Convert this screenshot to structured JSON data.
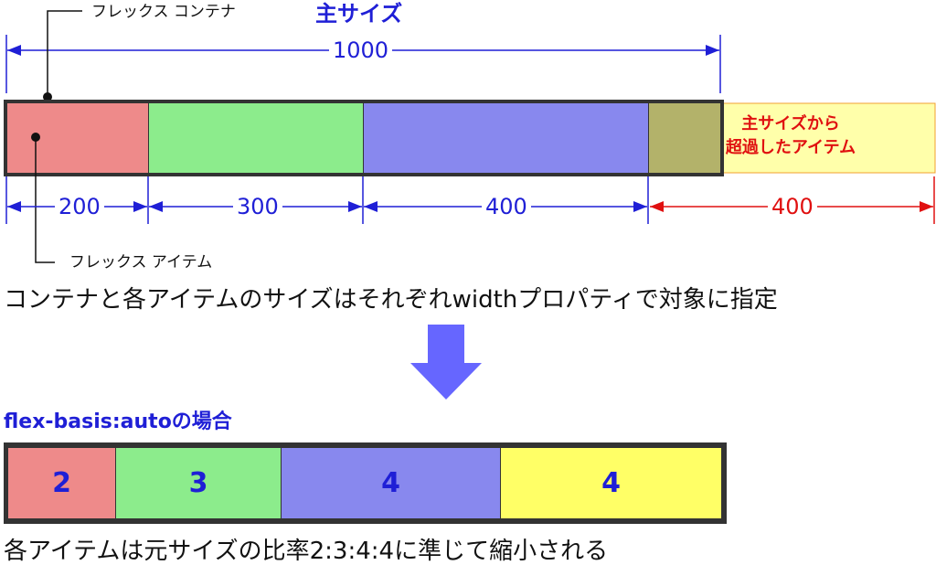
{
  "top": {
    "main_size_title": "主サイズ",
    "container_callout": "フレックス コンテナ",
    "item_callout": "フレックス アイテム",
    "container_width": "1000",
    "overflow_label_line1": "主サイズから",
    "overflow_label_line2": "超過したアイテム",
    "item_widths": [
      "200",
      "300",
      "400"
    ],
    "overflow_width": "400"
  },
  "captions": {
    "top": "コンテナと各アイテムのサイズはそれぞれwidthプロパティで対象に指定",
    "bottom": "各アイテムは元サイズの比率2:3:4:4に準じて縮小される"
  },
  "bottom": {
    "subhead": "flex-basis:autoの場合",
    "ratios": [
      "2",
      "3",
      "4",
      "4"
    ]
  },
  "colors": {
    "item1": "#ee8a8a",
    "item2": "#8cec8c",
    "item3": "#8888ee",
    "item4": "#ffff66",
    "overflow_fill": "#ffffaa",
    "overflow_overlap": "#b3b26a",
    "border": "#333333",
    "dim_blue": "#1f1fd6",
    "dim_red": "#e01010",
    "arrow": "#6666ff"
  }
}
